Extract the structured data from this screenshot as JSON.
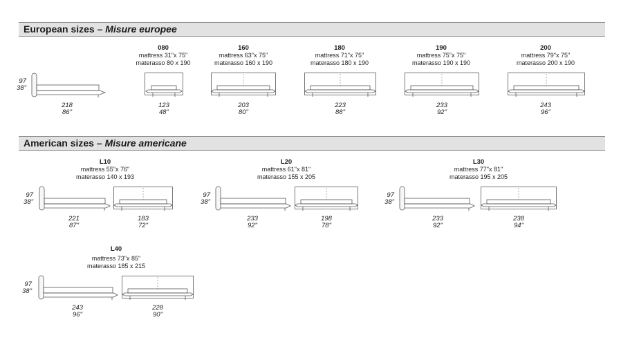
{
  "european": {
    "heading": "European sizes",
    "sep": "–",
    "heading_it": "Misure europee",
    "side": {
      "height_cm": "97",
      "height_in": "38\"",
      "length_cm": "218",
      "length_in": "86\""
    },
    "items": [
      {
        "code": "080",
        "mattress": "mattress 31\"x 75\"",
        "materasso": "materasso 80 x 190",
        "width_cm": "123",
        "width_in": "48\""
      },
      {
        "code": "160",
        "mattress": "mattress 63\"x 75\"",
        "materasso": "materasso 160 x 190",
        "width_cm": "203",
        "width_in": "80\""
      },
      {
        "code": "180",
        "mattress": "mattress 71\"x 75\"",
        "materasso": "materasso 180 x 190",
        "width_cm": "223",
        "width_in": "88\""
      },
      {
        "code": "190",
        "mattress": "mattress 75\"x 75\"",
        "materasso": "materasso 190 x 190",
        "width_cm": "233",
        "width_in": "92\""
      },
      {
        "code": "200",
        "mattress": "mattress 79\"x 75\"",
        "materasso": "materasso 200 x 190",
        "width_cm": "243",
        "width_in": "96\""
      }
    ]
  },
  "american": {
    "heading": "American sizes",
    "sep": "–",
    "heading_it": "Misure americane",
    "items": [
      {
        "code": "L10",
        "mattress": "mattress 55\"x 76\"",
        "materasso": "materasso 140 x 193",
        "height_cm": "97",
        "height_in": "38\"",
        "length_cm": "221",
        "length_in": "87\"",
        "width_cm": "183",
        "width_in": "72\""
      },
      {
        "code": "L20",
        "mattress": "mattress 61\"x 81\"",
        "materasso": "materasso 155 x 205",
        "height_cm": "97",
        "height_in": "38\"",
        "length_cm": "233",
        "length_in": "92\"",
        "width_cm": "198",
        "width_in": "78\""
      },
      {
        "code": "L30",
        "mattress": "mattress 77\"x 81\"",
        "materasso": "materasso 195 x 205",
        "height_cm": "97",
        "height_in": "38\"",
        "length_cm": "233",
        "length_in": "92\"",
        "width_cm": "238",
        "width_in": "94\""
      },
      {
        "code": "L40",
        "mattress": "mattress 73\"x 85\"",
        "materasso": "materasso 185 x 215",
        "height_cm": "97",
        "height_in": "38\"",
        "length_cm": "243",
        "length_in": "96\"",
        "width_cm": "228",
        "width_in": "90\""
      }
    ]
  }
}
